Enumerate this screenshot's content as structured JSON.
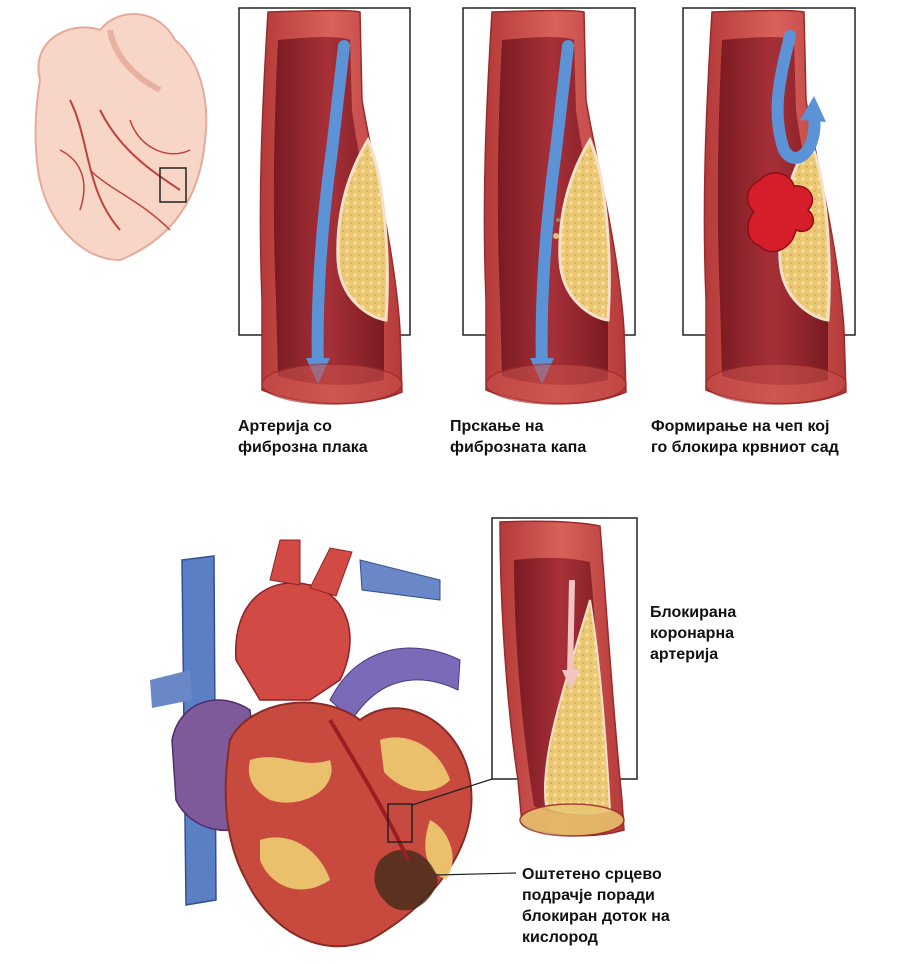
{
  "labels": {
    "panel1": {
      "line1": "Артерија со",
      "line2": "фиброзна плака"
    },
    "panel2": {
      "line1": "Прскање на",
      "line2": "фиброзната капа"
    },
    "panel3": {
      "line1": "Формирање на чеп кој",
      "line2": "го блокира крвниот сад"
    },
    "blocked_artery": {
      "line1": "Блокирана",
      "line2": "коронарна",
      "line3": "артерија"
    },
    "damaged_area": {
      "line1": "Оштетено срцево",
      "line2": "подрачје поради",
      "line3": "блокиран доток на",
      "line4": "кислород"
    }
  },
  "colors": {
    "artery_wall": "#c8504a",
    "artery_inner": "#8e2228",
    "plaque": "#eccc78",
    "blood_flow_arrow": "#5b93d6",
    "clot": "#d61e2a",
    "heart_muscle": "#c84a3e",
    "aorta": "#d24a44",
    "vena_cava": "#5a7fc4"
  }
}
